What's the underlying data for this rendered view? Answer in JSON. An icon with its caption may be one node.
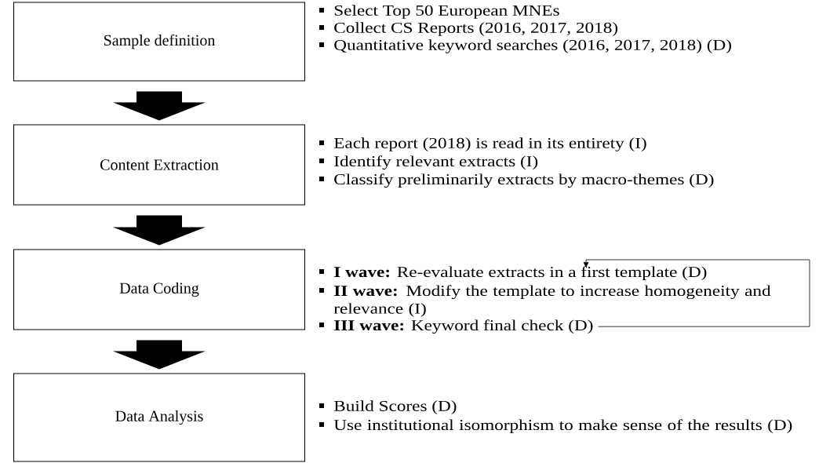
{
  "diagram": {
    "nodes": [
      {
        "text": [
          "Sample definition"
        ],
        "beside": [
          "Select Top 50 European MNEs",
          "Collect CS Reports (2016, 2017, 2018)",
          "Quantitative keyword searches (2016, 2017, 2018) (D)"
        ]
      },
      {
        "text": [
          "Content Extraction"
        ],
        "beside": [
          "Each report (2018) is read in its entirety (I)",
          "Identify relevant extracts (I)",
          "Classify preliminarily extracts by macro-themes (D)"
        ]
      },
      {
        "text": [
          "Data Coding"
        ]
      },
      {
        "text": [
          "**I wave:** Re-evaluate extracts in a first template (D)"
        ]
      },
      {
        "text": [
          "**II wave:** Modify the template to increase homogeneity and relevance (I)"
        ]
      },
      {
        "text": [
          "**III wave:** Keyword final check (D)"
        ]
      },
      {
        "text": [
          "Data Analysis"
        ],
        "beside": [
          "Build Scores (D)",
          "Use institutional isomorphism to make sense of the results (D)"
        ]
      }
    ],
    "edges": [
      {
        "from": 0,
        "to": 1,
        "arrow": "to",
        "style": "thick"
      },
      {
        "from": 1,
        "to": 2,
        "arrow": "to",
        "style": "thick"
      },
      {
        "from": 2,
        "to": 6,
        "arrow": "to",
        "style": "thick"
      },
      {
        "from": 5,
        "to": 3,
        "arrow": "to"
      }
    ]
  }
}
